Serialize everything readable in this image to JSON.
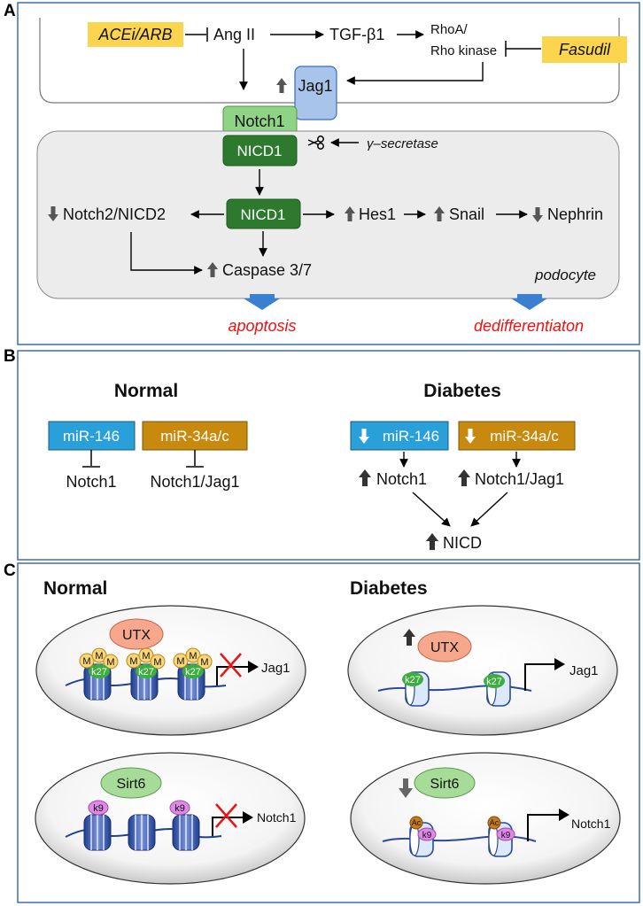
{
  "panel_a": {
    "label": "A",
    "acei_arb": "ACEi/ARB",
    "ang_ii": "Ang II",
    "tgf": "TGF-β1",
    "rhoa_line1": "RhoA/",
    "rhoa_line2": "Rho kinase",
    "fasudil": "Fasudil",
    "jag1": "Jag1",
    "notch1": "Notch1",
    "nicd1_top": "NICD1",
    "gamma_secretase": "γ–secretase",
    "nicd1_center": "NICD1",
    "notch2": "Notch2/NICD2",
    "hes1": "Hes1",
    "snail": "Snail",
    "nephrin": "Nephrin",
    "caspase": "Caspase 3/7",
    "podocyte": "podocyte",
    "apoptosis": "apoptosis",
    "dedifferentiation": "dedifferentiaton"
  },
  "panel_b": {
    "label": "B",
    "normal_title": "Normal",
    "diabetes_title": "Diabetes",
    "mir146": "miR-146",
    "mir34": "miR-34a/c",
    "notch1": "Notch1",
    "notch1_jag1": "Notch1/Jag1",
    "nicd": "NICD"
  },
  "panel_c": {
    "label": "C",
    "normal_title": "Normal",
    "diabetes_title": "Diabetes",
    "utx": "UTX",
    "sirt6": "Sirt6",
    "jag1": "Jag1",
    "notch1": "Notch1",
    "m": "M",
    "k27": "k27",
    "k9": "k9",
    "ac": "Ac"
  },
  "colors": {
    "yellow_box": "#fcd54e",
    "light_blue": "#a9c4ea",
    "light_green": "#8fd485",
    "dark_green": "#2d7a2f",
    "cyan_box": "#2aa0da",
    "orange_box": "#c88a0e",
    "frame_blue": "#3b6db3",
    "panel_gray": "#ececec",
    "red_text": "#ee1111",
    "utx": "#f7a78b",
    "sirt6": "#a6dc98",
    "k27": "#3cae3c",
    "k9": "#e088e8",
    "ac": "#c77a1a",
    "nucleosome": "#4a67b5"
  },
  "icons": [
    "up-arrow-icon",
    "down-arrow-icon",
    "scissors-icon",
    "red-x-icon",
    "transcription-arrow-icon",
    "nucleosome-icon"
  ]
}
